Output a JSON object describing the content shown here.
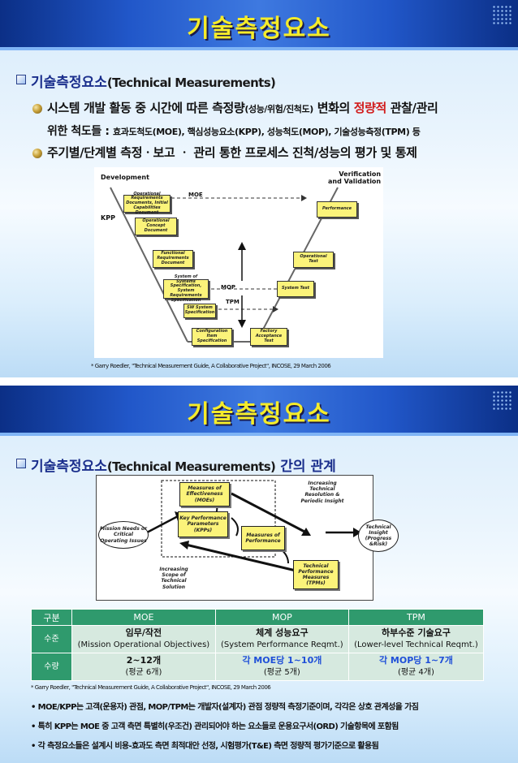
{
  "slide1": {
    "title": "기술측정요소",
    "heading_ko": "기술측정요소",
    "heading_en": "(Technical Measurements)",
    "bullet1_pre": "시스템 개발 활동 중 시간에 따른 측정량",
    "bullet1_paren": "(성능/위험/진척도)",
    "bullet1_mid": " 변화의 ",
    "bullet1_red": "정량적",
    "bullet1_post": " 관찰/관리",
    "bullet1_cont_pre": "위한 척도들 : ",
    "bullet1_cont_small": "효과도척도(MOE), 핵심성능요소(KPP), 성능척도(MOP), 기술성능측정(TPM) 등",
    "bullet2": "주기별/단계별 측정ㆍ보고 ㆍ 관리 통한 프로세스 진척/성능의 평가 및 통제",
    "figure": {
      "development": "Development",
      "verification": "Verification\nand Validation",
      "kpp": "KPP",
      "moe": "MOE",
      "mop": "MOP",
      "tpm": "TPM",
      "boxes": {
        "operational_requirements": "Operational Requirements Documents, Initial Capabilities Document",
        "operational_concept": "Operational Concept Document",
        "functional_requirements": "Functional Requirements Document",
        "system_of_systems": "System of Systems Specification, System Requirements Specification",
        "sw_system": "SW System Specification",
        "configuration_item": "Configuration Item Specification",
        "factory_acceptance": "Factory Acceptance Test",
        "system_test": "System Test",
        "operational_test": "Operational Test",
        "performance": "Performance"
      }
    },
    "citation": "* Garry Roedler, \"Technical Measurement Guide, A Collaborative Project\", INCOSE, 29 March 2006"
  },
  "slide2": {
    "title": "기술측정요소",
    "heading_ko": "기술측정요소",
    "heading_en": "(Technical Measurements)",
    "heading_post": " 간의 관계",
    "figure": {
      "moe": "Measures of Effectiveness (MOEs)",
      "kpp": "Key Performance Parameters (KPPs)",
      "mop": "Measures of Performance",
      "tpm": "Technical Performance Measures (TPMs)",
      "mission": "Mission Needs or Critical Operating Issues",
      "insight": "Technical Insight (Progress &Risk)",
      "increasing_resolution": "Increasing Technical Resolution & Periodic Insight",
      "increasing_scope": "Increasing Scope of Technical Solution"
    },
    "table": {
      "header": [
        "구분",
        "MOE",
        "MOP",
        "TPM"
      ],
      "row_level_label": "수준",
      "row_level": [
        {
          "main": "임무/작전",
          "sub": "(Mission Operational Objectives)"
        },
        {
          "main": "체계 성능요구",
          "sub": "(System Performance Reqmt.)"
        },
        {
          "main": "하부수준 기술요구",
          "sub": "(Lower-level Technical Reqmt.)"
        }
      ],
      "row_count_label": "수량",
      "row_count": [
        {
          "main": "2~12개",
          "sub": "(평균 6개)"
        },
        {
          "main": "각 MOE당 1~10개",
          "sub": "(평균 5개)"
        },
        {
          "main": "각 MOP당 1~7개",
          "sub": "(평균 4개)"
        }
      ]
    },
    "citation": "* Garry Roedler, \"Technical Measurement Guide, A Collaborative Project\", INCOSE, 29 March 2006",
    "notes": [
      "• MOE/KPP는 고객(운용자) 관점, MOP/TPM는 개발자(설계자) 관점 정량적 측정기준이며, 각각은 상호 관계성을 가짐",
      "• 특히 KPP는 MOE 중 고객 측면 특별히(우조건) 관리되어야 하는 요소들로 운용요구서(ORD) 기술항목에 포함됨",
      "• 각 측정요소들은 설계시 비용-효과도 측면 최적대안 선정, 시험평가(T&E) 측면 정량적 평가기준으로 활용됨"
    ]
  }
}
